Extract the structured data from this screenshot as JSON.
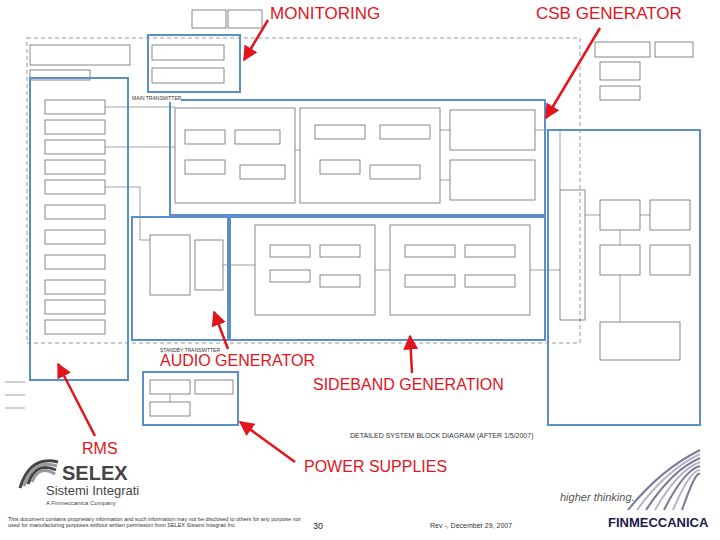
{
  "diagram": {
    "labels": [
      "MONITORING",
      "CSB GENERATOR",
      "MAIN TRANSMITTER",
      "STANDBY TRANSMITTER",
      "AUDIO GENERATOR",
      "SIDEBAND GENERATION",
      "DETAILED SYSTEM BLOCK DIAGRAM (AFTER 1/5/2007)",
      "RMS",
      "POWER SUPPLIES",
      "SELEX",
      "Sistemi Integrati",
      "A Finmeccanica Company",
      "higher thinking.",
      "This document contains proprietary information and such information may not be disclosed to others for any purpose nor used for manufacturing purposes without written permission from SELEX Sistemi Integrati Inc",
      "30",
      "Rev -, December 29, 2007",
      "FINMECCANICA"
    ]
  }
}
